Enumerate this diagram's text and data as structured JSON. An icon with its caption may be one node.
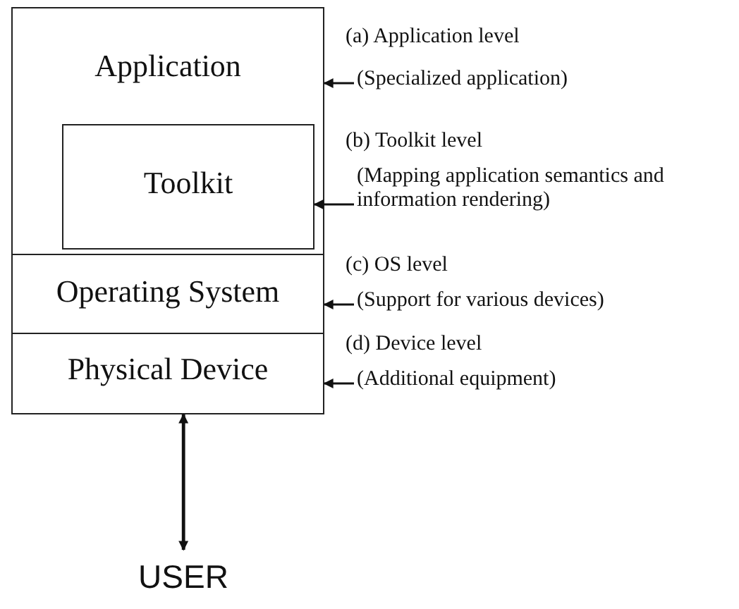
{
  "diagram": {
    "nodes": [
      {
        "text": [
          "Application"
        ]
      },
      {
        "text": [
          "Toolkit"
        ],
        "in": 0
      },
      {
        "text": [
          "Operating System"
        ]
      },
      {
        "text": [
          "Physical Device"
        ]
      },
      {
        "text": [
          "USER"
        ]
      },
      {
        "text": [
          "(a) Application level",
          "(Specialized application)"
        ]
      },
      {
        "text": [
          "(b) Toolkit level",
          "(Mapping application semantics and information rendering)"
        ]
      },
      {
        "text": [
          "(c) OS level",
          "(Support for various devices)"
        ]
      },
      {
        "text": [
          "(d) Device level",
          "(Additional equipment)"
        ]
      }
    ],
    "edges": [
      {
        "from": 5,
        "to": 0,
        "arrow": "to"
      },
      {
        "from": 6,
        "to": 1,
        "arrow": "to"
      },
      {
        "from": 7,
        "to": 2,
        "arrow": "to"
      },
      {
        "from": 8,
        "to": 3,
        "arrow": "to"
      },
      {
        "from": 3,
        "to": 4,
        "arrow": "both"
      }
    ]
  }
}
